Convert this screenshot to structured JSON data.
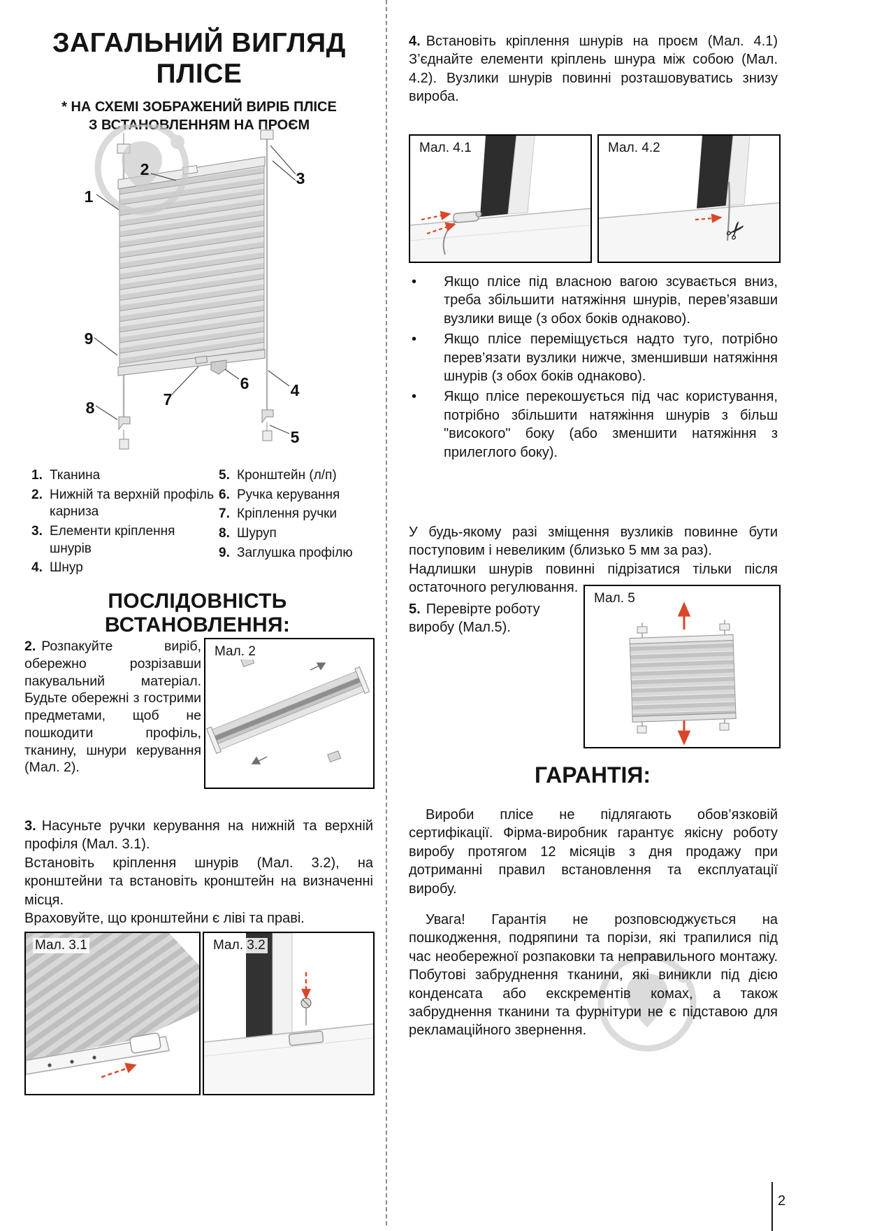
{
  "page": {
    "number": "2"
  },
  "icons": {
    "scissors": "✂",
    "bullet_char": "•"
  },
  "colors": {
    "accent_red": "#d9472a",
    "watermark_gray": "#cbcbcb",
    "frame_dark": "#2d2d2d"
  },
  "diagram": {
    "callouts": [
      "1",
      "2",
      "3",
      "4",
      "5",
      "6",
      "7",
      "8",
      "9"
    ]
  },
  "left": {
    "title_line1": "ЗАГАЛЬНИЙ ВИГЛЯД",
    "title_line2": "ПЛІСЕ",
    "subtitle_line1": "* НА СХЕМІ ЗОБРАЖЕНИЙ ВИРІБ ПЛІСЕ",
    "subtitle_line2": "З ВСТАНОВЛЕННЯМ НА ПРОЄМ",
    "legend_col1": [
      {
        "num": "1.",
        "text": "Тканина"
      },
      {
        "num": "2.",
        "text": "Нижній та верхній профіль карниза"
      },
      {
        "num": "3.",
        "text": "Елементи кріплення шнурів"
      },
      {
        "num": "4.",
        "text": "Шнур"
      }
    ],
    "legend_col2": [
      {
        "num": "5.",
        "text": "Кронштейн (л/п)"
      },
      {
        "num": "6.",
        "text": "Ручка керування"
      },
      {
        "num": "7.",
        "text": "Кріплення ручки"
      },
      {
        "num": "8.",
        "text": "Шуруп"
      },
      {
        "num": "9.",
        "text": "Заглушка профілю"
      }
    ],
    "section2_title": "ПОСЛІДОВНІСТЬ ВСТАНОВЛЕННЯ:",
    "step2_num": "2.",
    "step2_text": "Розпакуйте виріб, обережно розрізавши пакувальний матеріал. Будьте обережні з гострими предметами, щоб не пошкодити профіль, тканину, шнури керування (Мал. 2).",
    "fig2_label": "Мал. 2",
    "step3_num": "3.",
    "step3_text1": "Насуньте ручки керування на нижній та верхній профіля (Мал. 3.1).",
    "step3_text2": "Встановіть кріплення шнурів (Мал. 3.2), на кронштейни та встановіть кронштейн на визначенні місця.",
    "step3_text3": "Враховуйте, що кронштейни є ліві та праві.",
    "fig31_label": "Мал. 3.1",
    "fig32_label": "Мал. 3.2"
  },
  "right": {
    "step4_num": "4.",
    "step4_text": "Встановіть кріплення шнурів на проєм (Мал. 4.1) З’єднайте елементи кріплень шнура між собою (Мал. 4.2). Вузлики шнурів повинні розташовуватись знизу вироба.",
    "fig41_label": "Мал. 4.1",
    "fig42_label": "Мал. 4.2",
    "bullets": [
      "Якщо плісе під власною вагою зсувається вниз, треба збільшити натяжіння шнурів, перев’язавши вузлики вище (з обох боків однаково).",
      "Якщо плісе переміщується надто туго, потрібно перев’язати вузлики нижче, зменшивши натяжіння шнурів (з обох боків однаково).",
      "Якщо плісе перекошується під час користування, потрібно збільшити натяжіння шнурів з більш \"високого\" боку (або зменшити натяжіння з прилеглого боку)."
    ],
    "para1_line1": "У будь-якому разі зміщення вузликів повинне бути поступовим і невеликим (близько 5 мм за раз).",
    "para1_line2": "Надлишки шнурів повинні підрізатися тільки після остаточного регулювання.",
    "step5_num": "5.",
    "step5_text": "Перевірте роботу виробу (Мал.5).",
    "fig5_label": "Мал. 5",
    "garantiya_title": "ГАРАНТІЯ:",
    "gar_para1": "Вироби плісе не підлягають обов’язковій сертифікації. Фірма-виробник гарантує якісну роботу виробу протягом 12 місяців з дня продажу при дотриманні правил встановлення та експлуатації виробу.",
    "gar_para2": "Увага! Гарантія не розповсюджується на пошкодження, подряпини та порізи, які трапилися під час необережної розпаковки та неправильного монтажу. Побутові забруднення тканини, які виникли під дією конденсата або екскрементів комах, а також забруднення тканини та фурнітури не є підставою для рекламаційного звернення."
  }
}
